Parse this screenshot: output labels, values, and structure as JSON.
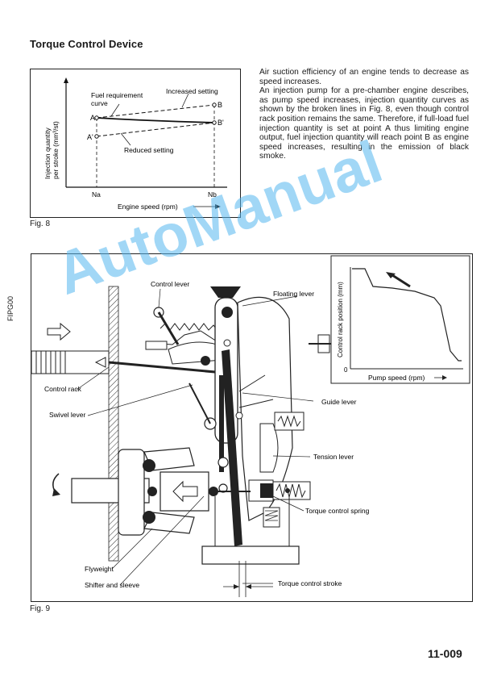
{
  "title": "Torque Control Device",
  "fig8": {
    "caption": "Fig. 8",
    "ylabel_1": "Injection quantity",
    "ylabel_2": "per stroke (mm³/st)",
    "xlabel": "Engine speed (rpm)",
    "tick_na": "Na",
    "tick_nb": "Nb",
    "label_fuel_1": "Fuel requirement",
    "label_fuel_2": "curve",
    "label_increased": "Increased setting",
    "label_reduced": "Reduced setting",
    "point_a": "A",
    "point_a_prime": "A'",
    "point_b": "B",
    "point_b_prime": "B'"
  },
  "paragraph": [
    "Air suction efficiency of an engine tends to decrease as speed increases.",
    "An injection pump for a pre-chamber engine describes, as pump speed increases, injection quantity curves as shown by the broken lines in Fig. 8, even though control rack position remains the same. Therefore, if full-load fuel injection quantity is set at point A thus limiting engine output, fuel injection quantity will reach point B as engine speed increases, resulting in the emission of black smoke."
  ],
  "fig9": {
    "caption": "Fig. 9",
    "side_code": "FIPG00",
    "labels": {
      "control_lever": "Control lever",
      "floating_lever": "Floating lever",
      "control_rack": "Control rack",
      "swivel_lever": "Swivel lever",
      "guide_lever": "Guide lever",
      "tension_lever": "Tension lever",
      "torque_control_spring": "Torque control spring",
      "flyweight": "Flyweight",
      "shifter_sleeve": "Shifter and sleeve",
      "torque_control_stroke": "Torque control stroke"
    },
    "inset": {
      "ylabel": "Control rack position (mm)",
      "xlabel": "Pump speed (rpm)",
      "origin": "0"
    }
  },
  "page_number": "11-009",
  "watermark": "AutoManual"
}
